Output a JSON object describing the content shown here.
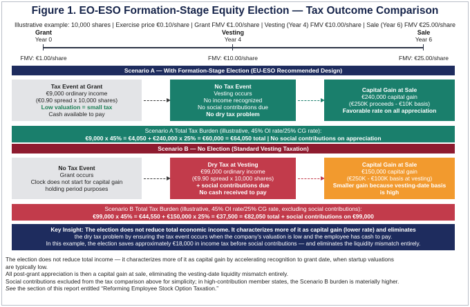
{
  "title": "Figure 1. EO-ESO Formation-Stage Equity Election — Tax Outcome Comparison",
  "subtitle": "Illustrative example: 10,000 shares | Exercise price €0.10/share | Grant FMV €1.00/share | Vesting (Year 4) FMV €10.00/share | Sale (Year 6) FMV €25.00/share",
  "timeline": {
    "points": [
      {
        "label": "Grant",
        "year": "Year 0",
        "fmv": "FMV: €1.00/share"
      },
      {
        "label": "Vesting",
        "year": "Year 4",
        "fmv": "FMV: €10.00/share"
      },
      {
        "label": "Sale",
        "year": "Year 6",
        "fmv": "FMV: €25.00/share"
      }
    ]
  },
  "scenario_a": {
    "banner": "Scenario A — With Formation-Stage Election (EU-ESO Recommended Design)",
    "grant": {
      "title": "Tax Event at Grant",
      "l1": "€9,000 ordinary income",
      "l2": "(€0.90 spread x 10,000 shares)",
      "l3": "Low valuation = small tax",
      "l4": "Cash available to pay"
    },
    "vesting": {
      "title": "No Tax Event",
      "l1": "Vesting occurs",
      "l2": "No income recognized",
      "l3": "No social contributions due",
      "l4": "No dry tax problem"
    },
    "sale": {
      "title": "Capital Gain at Sale",
      "l1": "€240,000 capital gain",
      "l2": "(€250K proceeds - €10K basis)",
      "l3": "Favorable rate on all appreciation"
    },
    "total_line1": "Scenario A Total Tax Burden (illustrative, 45% OI rate/25% CG rate):",
    "total_line2": "€9,000 x 45% = €4,050 + €240,000 x 25% = €60,000 = €64,050 total | No social contributions on appreciation"
  },
  "scenario_b": {
    "banner": "Scenario B — No Election (Standard Vesting Taxation)",
    "grant": {
      "title": "No Tax Event",
      "l1": "Grant occurs",
      "l2": "Clock does not start for capital gain",
      "l3": "holding period purposes"
    },
    "vesting": {
      "title": "Dry Tax at Vesting",
      "l1": "€99,000 ordinary income",
      "l2": "(€9.90 spread x 10,000 shares)",
      "l3": "+ social contributions due",
      "l4": "No cash received to pay"
    },
    "sale": {
      "title": "Capital Gain at Sale",
      "l1": "€150,000 capital gain",
      "l2": "(€250K - €100K basis at vesting)",
      "l3": "Smaller gain because vesting-date basis",
      "l4": "is high"
    },
    "total_line1": "Scenario B Total Tax Burden (illustrative, 45% OI rate/25% CG rate, excluding social contributions):",
    "total_line2": "€99,000 x 45% = €44,550 + €150,000 x 25% = €37,500 = €82,050 total + social contributions on €99,000"
  },
  "insight": {
    "line1": "Key Insight: The election does not reduce total economic income.  It characterizes more of it as capital gain (lower rate) and eliminates",
    "line2": "the dry tax problem by ensuring the tax event occurs when the company's valuation is low and the employee has cash to pay.",
    "line3": "In this example, the election saves approximately €18,000 in income tax before social contributions — and eliminates the liquidity mismatch entirely."
  },
  "notes": {
    "n1": "The election does not reduce total income — it characterizes more of it as capital gain by accelerating recognition to grant date, when startup valuations",
    "n1b": "are typically low.",
    "n2": "All post-grant appreciation is then a capital gain at sale, eliminating the vesting-date liquidity mismatch entirely.",
    "n3": "Social contributions excluded from the tax comparison above for simplicity; in high-contribution member states, the Scenario B burden is materially higher.",
    "n4_italic": "See",
    "n4_rest": " the section of this report entitled “Reforming Employee Stock Option Taxation.”"
  },
  "colors": {
    "navy": "#1e2c5e",
    "teal": "#1a7f6c",
    "crimson": "#8e1b2f",
    "rose": "#c23b4b",
    "orange": "#f29a2e",
    "gray": "#e3e4e7",
    "green_text": "#1c7f55"
  }
}
